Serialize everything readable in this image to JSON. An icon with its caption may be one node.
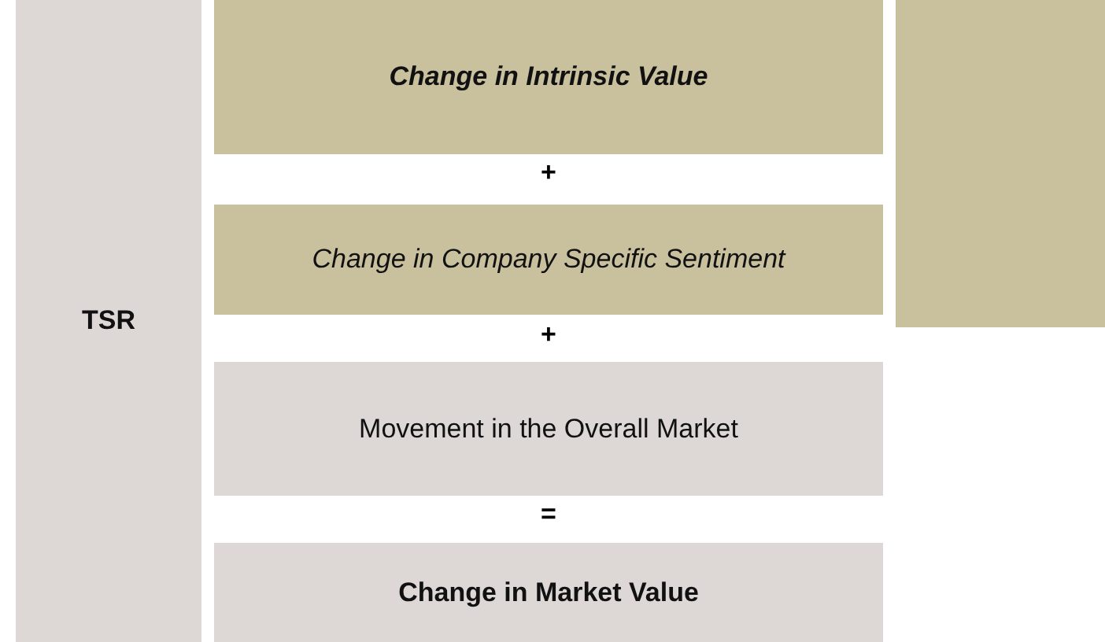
{
  "diagram": {
    "nodes": [
      {
        "text": [
          "TSR"
        ]
      },
      {
        "text": [
          "Change in Intrinsic Value"
        ]
      },
      {
        "text": [
          "Change in Company Specific Sentiment"
        ]
      },
      {
        "text": [
          "Movement in the Overall Market"
        ]
      },
      {
        "text": [
          "Change in Market Value"
        ]
      },
      {
        "text": [],
        "shape": "box"
      }
    ],
    "labels": [
      "+",
      "+",
      "="
    ]
  }
}
